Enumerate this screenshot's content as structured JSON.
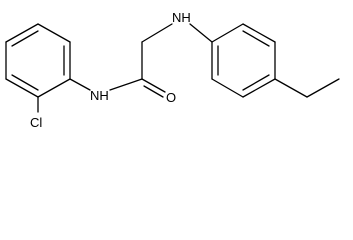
{
  "structure": {
    "atoms": [
      {
        "id": "cl",
        "label": "Cl"
      },
      {
        "id": "nh_amide",
        "label": "NH"
      },
      {
        "id": "o",
        "label": "O"
      },
      {
        "id": "nh_amine",
        "label": "NH"
      }
    ],
    "bond_color": "#000000",
    "background": "#ffffff"
  }
}
